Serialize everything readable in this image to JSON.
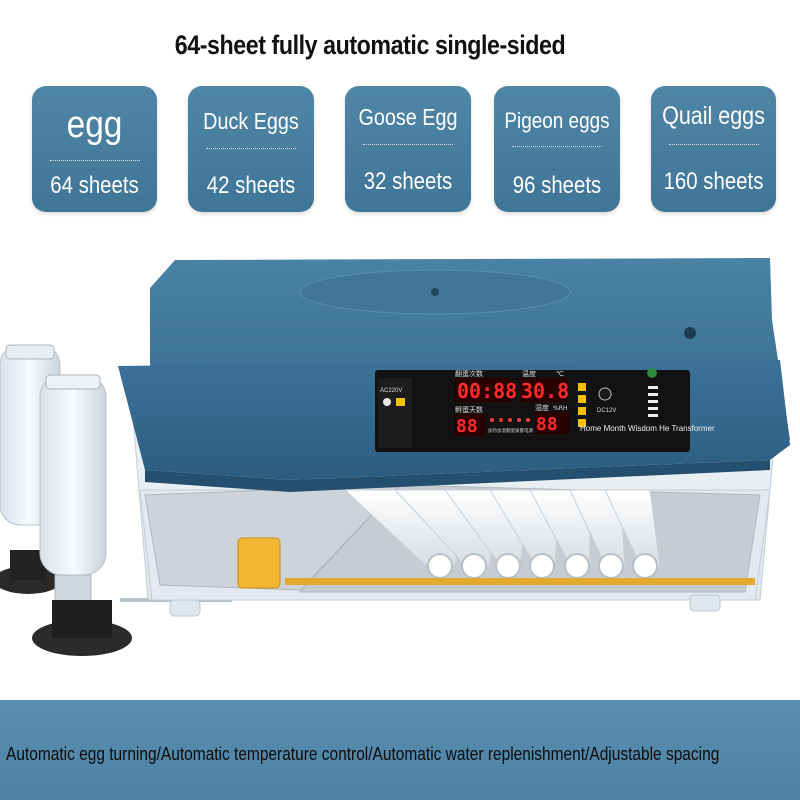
{
  "headline": "64-sheet fully automatic single-sided",
  "cards": [
    {
      "name": "egg",
      "count": "64 sheets"
    },
    {
      "name": "Duck Eggs",
      "count": "42 sheets"
    },
    {
      "name": "Goose Egg",
      "count": "32 sheets"
    },
    {
      "name": "Pigeon eggs",
      "count": "96 sheets"
    },
    {
      "name": "Quail eggs",
      "count": "160 sheets"
    }
  ],
  "panel": {
    "turn_label": "翻蛋次数",
    "temp_label": "温度",
    "temp_unit": "℃",
    "days_label": "孵蛋天数",
    "humidity_label": "湿度",
    "humidity_unit": "%RH",
    "time_display": "00:88",
    "temp_display": "30.8",
    "days_display": "88",
    "humidity_display": "88",
    "voltage": "AC220V",
    "dc_label": "DC12V",
    "brand": "Home Month Wisdom He Transformer",
    "indicator_labels": [
      "加热",
      "加湿",
      "翻蛋",
      "报警",
      "电源"
    ]
  },
  "footer": "Automatic egg turning/Automatic temperature control/Automatic water replenishment/Adjustable spacing",
  "colors": {
    "card_blue": "#4a80a2",
    "lid_blue": "#3a6f93",
    "display_red": "#ff2a2a",
    "footer_blue": "#5589aa",
    "gear_yellow": "#f2b632"
  }
}
